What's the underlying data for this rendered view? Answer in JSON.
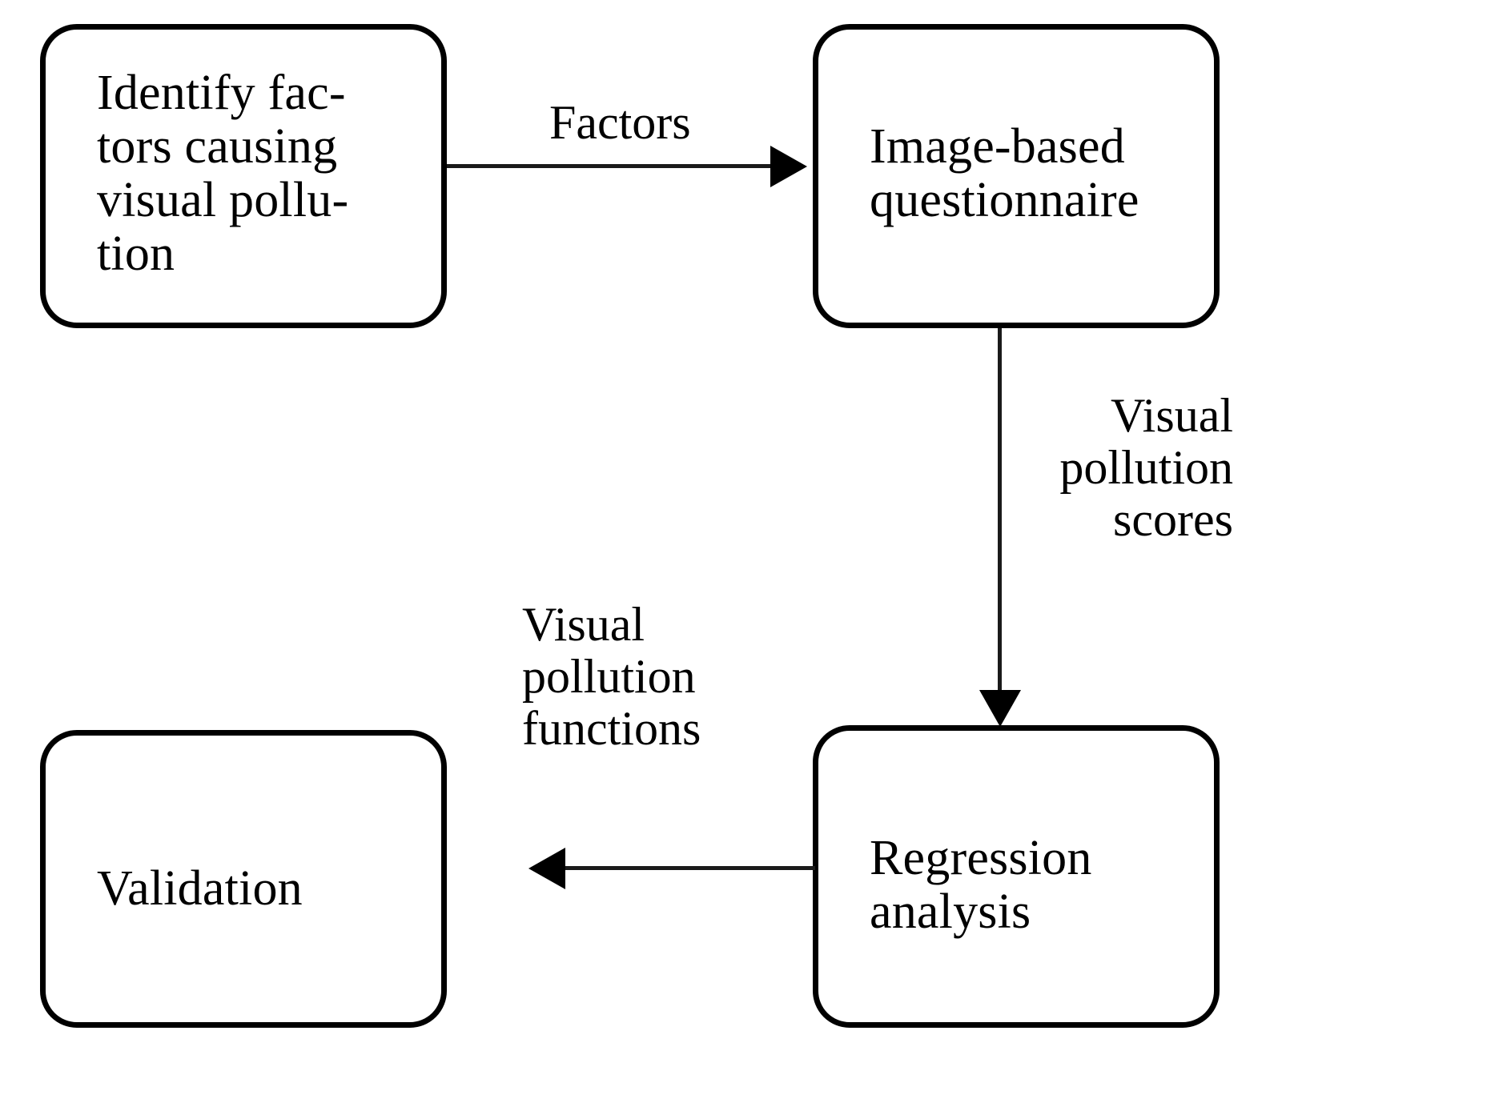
{
  "diagram": {
    "type": "flowchart",
    "background_color": "#ffffff",
    "stroke_color": "#000000",
    "nodes": [
      {
        "id": "identify-factors",
        "label": "Identify fac-\ntors causing\nvisual pollu-\ntion",
        "plain_label": "Identify factors causing visual pollution",
        "position": "top-left",
        "shape": "rounded-rectangle"
      },
      {
        "id": "image-based-questionnaire",
        "label": "Image-based\nquestionnaire",
        "plain_label": "Image-based questionnaire",
        "position": "top-right",
        "shape": "rounded-rectangle"
      },
      {
        "id": "regression-analysis",
        "label": "Regression\nanalysis",
        "plain_label": "Regression analysis",
        "position": "bottom-right",
        "shape": "rounded-rectangle"
      },
      {
        "id": "validation",
        "label": "Validation",
        "plain_label": "Validation",
        "position": "bottom-left",
        "shape": "rounded-rectangle"
      }
    ],
    "edges": [
      {
        "id": "edge-factors",
        "from": "identify-factors",
        "to": "image-based-questionnaire",
        "label": "Factors",
        "direction": "right"
      },
      {
        "id": "edge-visual-pollution-scores",
        "from": "image-based-questionnaire",
        "to": "regression-analysis",
        "label": "Visual\npollution\nscores",
        "plain_label": "Visual pollution scores",
        "direction": "down"
      },
      {
        "id": "edge-visual-pollution-functions",
        "from": "regression-analysis",
        "to": "validation",
        "label": "Visual\npollution\nfunctions",
        "plain_label": "Visual pollution functions",
        "direction": "left"
      }
    ]
  }
}
